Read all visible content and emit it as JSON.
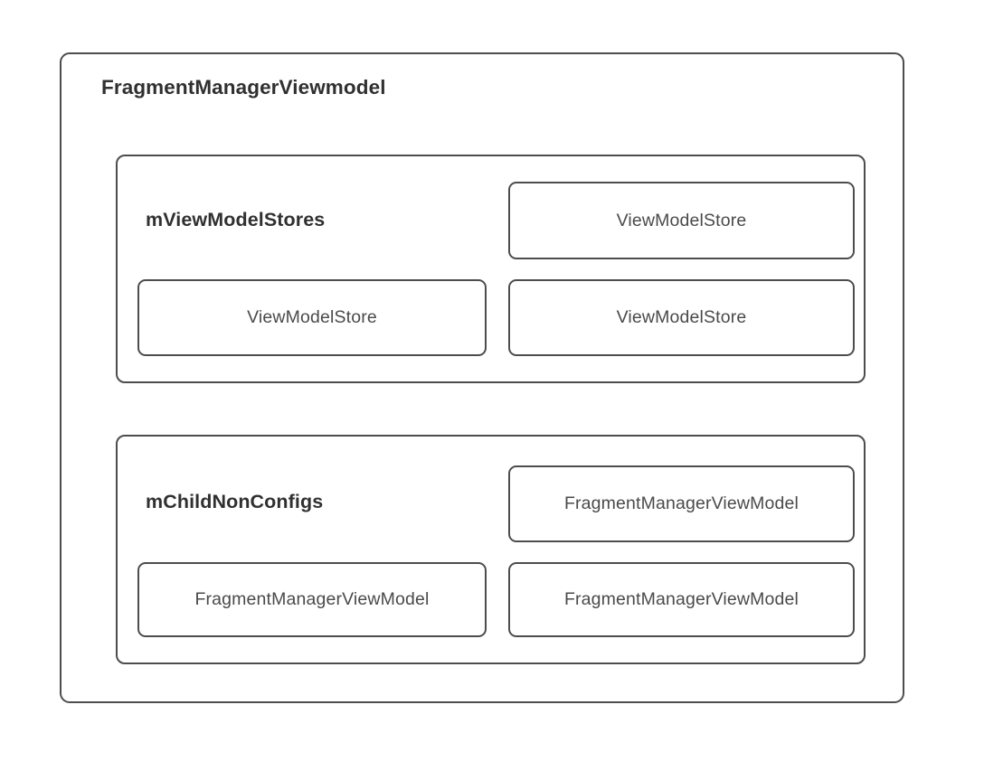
{
  "diagram": {
    "title": "FragmentManagerViewmodel",
    "background_color": "#ffffff",
    "stroke_color": "#4d4d4d",
    "title_color": "#303030",
    "item_text_color": "#4a4a4a",
    "sections": [
      {
        "label": "mViewModelStores",
        "items": [
          {
            "label": "ViewModelStore",
            "position": "top-right"
          },
          {
            "label": "ViewModelStore",
            "position": "bottom-left"
          },
          {
            "label": "ViewModelStore",
            "position": "bottom-right"
          }
        ]
      },
      {
        "label": "mChildNonConfigs",
        "items": [
          {
            "label": "FragmentManagerViewModel",
            "position": "top-right"
          },
          {
            "label": "FragmentManagerViewModel",
            "position": "bottom-left"
          },
          {
            "label": "FragmentManagerViewModel",
            "position": "bottom-right"
          }
        ]
      }
    ]
  }
}
